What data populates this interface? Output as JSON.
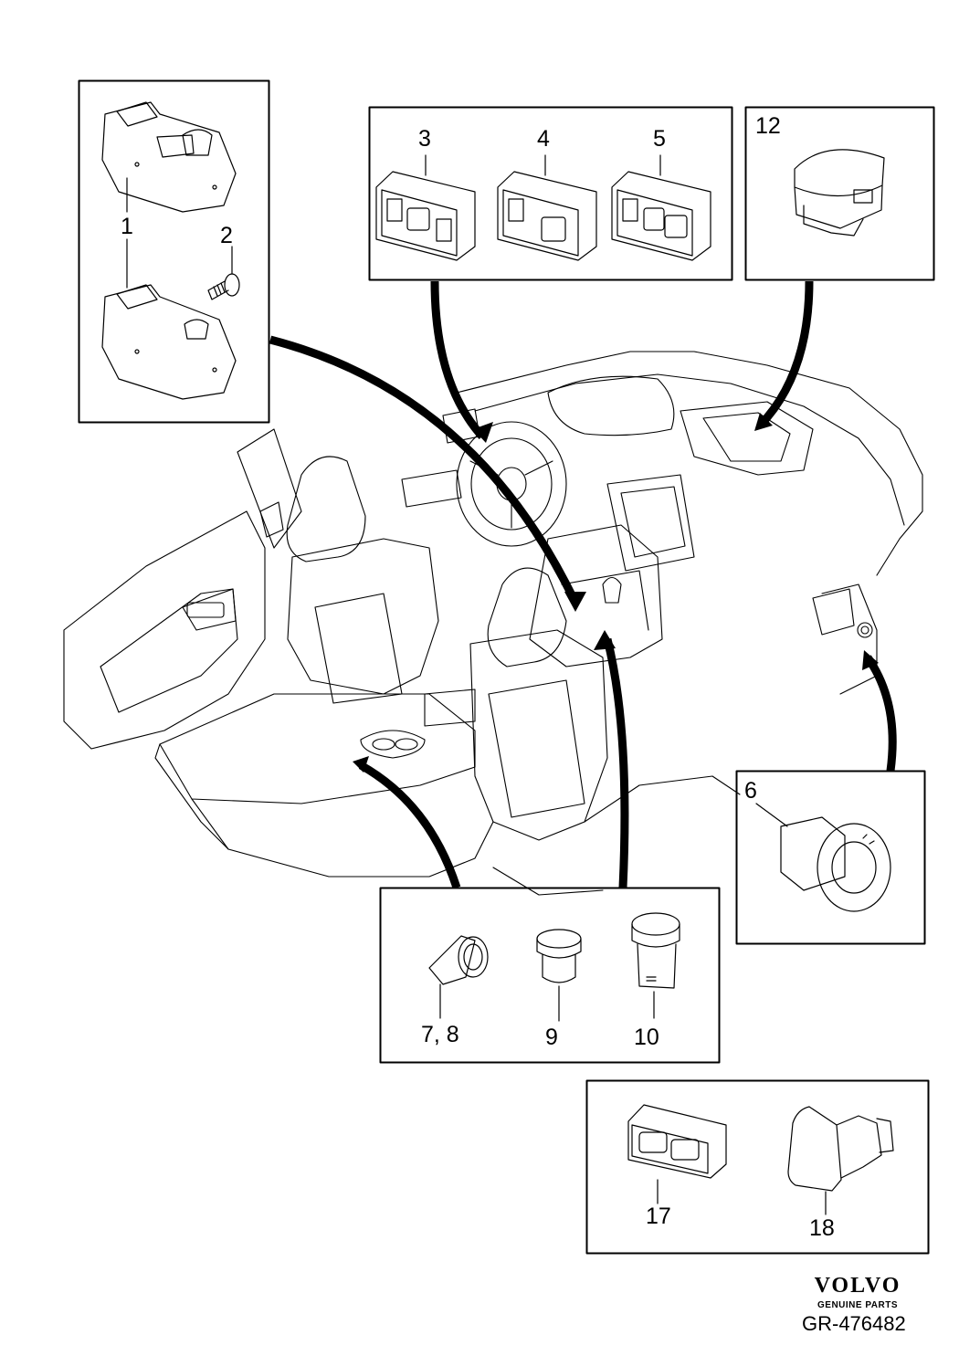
{
  "callouts": {
    "c1": "1",
    "c2": "2",
    "c3": "3",
    "c4": "4",
    "c5": "5",
    "c6": "6",
    "c7_8": "7, 8",
    "c9": "9",
    "c10": "10",
    "c12": "12",
    "c17": "17",
    "c18": "18"
  },
  "brand": {
    "name": "VOLVO",
    "tagline": "GENUINE PARTS"
  },
  "reference": "GR-476482"
}
